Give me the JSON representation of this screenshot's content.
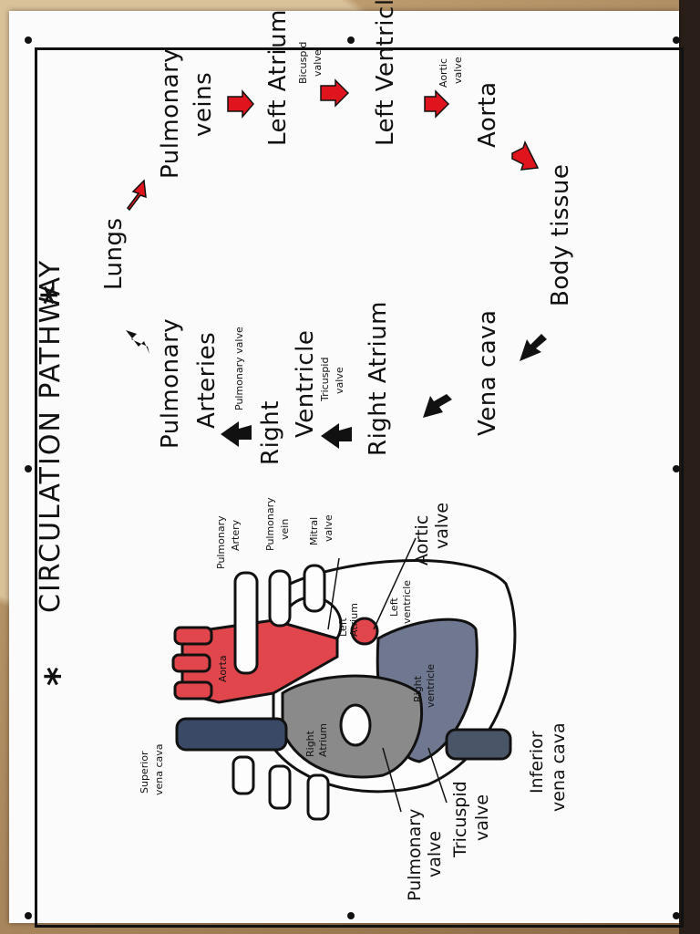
{
  "title": "CIRCULATION PATHWAY",
  "star": "*",
  "pathway": {
    "lungs": "Lungs",
    "pulmonary_veins": [
      "Pulmonary",
      "veins"
    ],
    "left_atrium": "Left Atrium",
    "bicuspid_valve": [
      "Bicuspid",
      "valve"
    ],
    "left_ventricle": "Left Ventricle",
    "aortic_valve": [
      "Aortic",
      "valve"
    ],
    "aorta": "Aorta",
    "body_tissue": "Body tissue",
    "vena_cava": "Vena cava",
    "right_atrium": "Right Atrium",
    "tricuspid_valve": [
      "Tricuspid",
      "valve"
    ],
    "right_ventricle": [
      "Right",
      "Ventricle"
    ],
    "pulmonary_valve": "Pulmonary valve",
    "pulmonary_arteries": [
      "Pulmonary",
      "Arteries"
    ]
  },
  "heart_labels": {
    "pulmonary_artery": [
      "Pulmonary",
      "Artery"
    ],
    "pulmonary_vein": [
      "Pulmonary",
      "vein"
    ],
    "mitral_valve": [
      "Mitral",
      "valve"
    ],
    "aortic_valve": [
      "Aortic",
      "valve"
    ],
    "superior_vena_cava": [
      "Superior",
      "vena cava"
    ],
    "aorta": "Aorta",
    "left_atrium": [
      "Left",
      "Atrium"
    ],
    "left_ventricle": [
      "Left",
      "ventricle"
    ],
    "right_atrium": [
      "Right",
      "Atrium"
    ],
    "right_ventricle": [
      "Right",
      "ventricle"
    ],
    "inferior_vena_cava": [
      "Inferior",
      "vena cava"
    ],
    "pulmonary_valve": [
      "Pulmonary",
      "valve"
    ],
    "tricuspid_valve": [
      "Tricuspid",
      "valve"
    ]
  },
  "colors": {
    "ink": "#111111",
    "oxygenated_arrow": "#e0141c",
    "deoxygenated_arrow": "#111111",
    "red_vessel": "#e0464c",
    "blue_vessel": "#3a4a66"
  }
}
